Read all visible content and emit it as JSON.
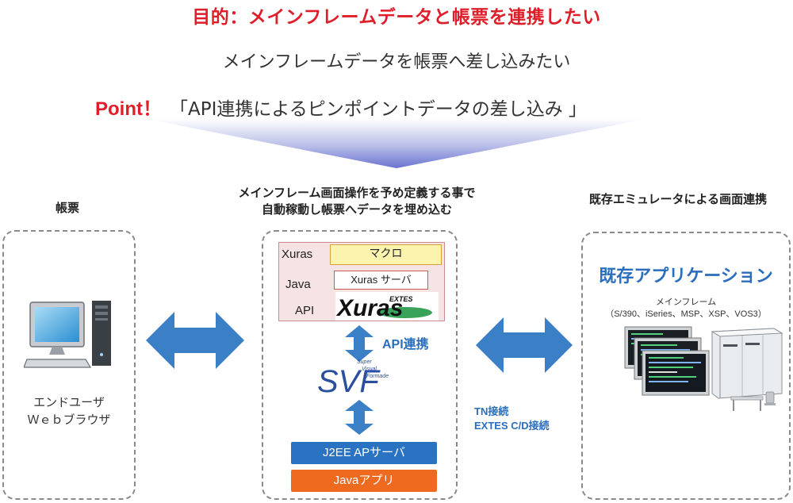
{
  "header": {
    "purpose": "目的：メインフレームデータと帳票を連携したい",
    "subtitle": "メインフレームデータを帳票へ差し込みたい",
    "point_label": "Point！",
    "point_text": "「API連携によるピンポイントデータの差し込み 」"
  },
  "columns": {
    "left_heading": "帳票",
    "center_heading_line1": "メインフレーム画面操作を予め定義する事で",
    "center_heading_line2": "自動稼動し帳票へデータを埋め込む",
    "right_heading": "既存エミュレータによる画面連携"
  },
  "left_panel": {
    "user_line1": "エンドユーザ",
    "user_line2": "Ｗｅｂブラウザ"
  },
  "center_panel": {
    "api_words": [
      "Xuras",
      "Java",
      "API"
    ],
    "macro": "マクロ",
    "xuras_server": "Xuras サーバ",
    "logo_text": "Xuras",
    "logo_badge": "EXTES",
    "api_link": "API連携",
    "svf_letters": "SVF",
    "svf_tag_super": "Super",
    "svf_tag_visual": "Visual",
    "svf_tag_formade": "Formade",
    "j2ee": "J2EE APサーバ",
    "java_app": "Javaアプリ"
  },
  "right_panel": {
    "app_title": "既存アプリケーション",
    "mainframe_label": "メインフレーム",
    "mainframe_models": "（S/390、iSeries、MSP、XSP、VOS3）"
  },
  "connection": {
    "line1": "TN接続",
    "line2": "EXTES C/D接続"
  },
  "colors": {
    "accent_red": "#e01e2a",
    "accent_blue": "#2a6ebd",
    "arrow_blue": "#3b7fc6",
    "j2ee_blue": "#2a73c2",
    "java_orange": "#ee6a1e",
    "macro_yellow": "#fbf3ae",
    "api_pink": "#f6e3e3"
  }
}
